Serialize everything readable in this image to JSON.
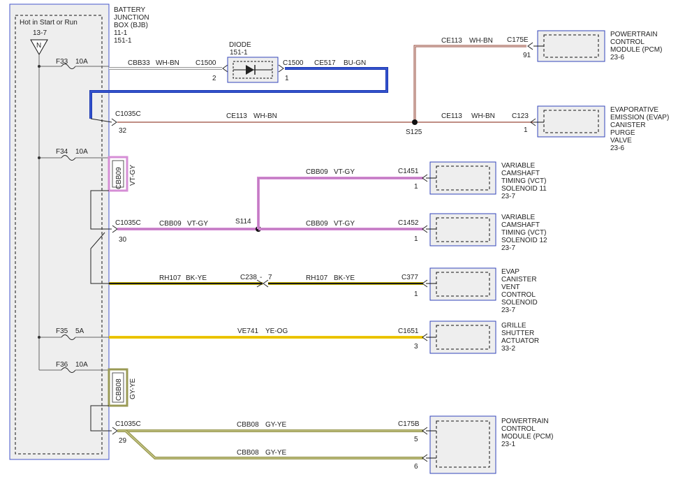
{
  "bjb": {
    "title_lines": [
      "BATTERY",
      "JUNCTION",
      "BOX (BJB)",
      "11-1",
      "151-1"
    ],
    "hot_label": "Hot in Start or Run",
    "feed_ref": "13-7",
    "feed_letter": "N"
  },
  "fuses": [
    {
      "id": "F33",
      "rating": "10A"
    },
    {
      "id": "F34",
      "rating": "10A"
    },
    {
      "id": "F35",
      "rating": "5A"
    },
    {
      "id": "F36",
      "rating": "10A"
    }
  ],
  "diode": {
    "title": "DIODE",
    "ref": "151-1"
  },
  "splices": [
    "S125",
    "S114"
  ],
  "connectors": {
    "c1500_left": "C1500",
    "c1500_left_pin": "2",
    "c1500_right": "C1500",
    "c1500_right_pin": "1",
    "c1035c_a": "C1035C",
    "c1035c_a_pin": "32",
    "c1035c_b": "C1035C",
    "c1035c_b_pin": "30",
    "c1035c_c": "C1035C",
    "c1035c_c_pin": "29",
    "c175e": "C175E",
    "c175e_pin": "91",
    "c123": "C123",
    "c123_pin": "1",
    "c1451": "C1451",
    "c1451_pin": "1",
    "c1452": "C1452",
    "c1452_pin": "1",
    "c238": "C238",
    "c238_dash": "-",
    "c238_pin": "7",
    "c377": "C377",
    "c377_pin": "1",
    "c1651": "C1651",
    "c1651_pin": "3",
    "c175b": "C175B",
    "c175b_pin5": "5",
    "c175b_pin6": "6"
  },
  "wires": {
    "cbb33": {
      "circuit": "CBB33",
      "color": "WH-BN"
    },
    "ce517": {
      "circuit": "CE517",
      "color": "BU-GN"
    },
    "ce113_main": {
      "circuit": "CE113",
      "color": "WH-BN"
    },
    "ce113_pcm": {
      "circuit": "CE113",
      "color": "WH-BN"
    },
    "ce113_evap": {
      "circuit": "CE113",
      "color": "WH-BN"
    },
    "cbb09_main": {
      "circuit": "CBB09",
      "color": "VT-GY"
    },
    "cbb09_vct11": {
      "circuit": "CBB09",
      "color": "VT-GY"
    },
    "cbb09_vct12": {
      "circuit": "CBB09",
      "color": "VT-GY"
    },
    "rh107_a": {
      "circuit": "RH107",
      "color": "BK-YE"
    },
    "rh107_b": {
      "circuit": "RH107",
      "color": "BK-YE"
    },
    "ve741": {
      "circuit": "VE741",
      "color": "YE-OG"
    },
    "cbb08_a": {
      "circuit": "CBB08",
      "color": "GY-YE"
    },
    "cbb08_b": {
      "circuit": "CBB08",
      "color": "GY-YE"
    }
  },
  "tag_boxes": {
    "cbb09": {
      "circuit": "CBB09",
      "color": "VT-GY"
    },
    "cbb08": {
      "circuit": "CBB08",
      "color": "GY-YE"
    }
  },
  "components": {
    "pcm_top": [
      "POWERTRAIN",
      "CONTROL",
      "MODULE (PCM)",
      "23-6"
    ],
    "evap_purge": [
      "EVAPORATIVE",
      "EMISSION (EVAP)",
      "CANISTER",
      "PURGE",
      "VALVE",
      "23-6"
    ],
    "vct11": [
      "VARIABLE",
      "CAMSHAFT",
      "TIMING (VCT)",
      "SOLENOID 11",
      "23-7"
    ],
    "vct12": [
      "VARIABLE",
      "CAMSHAFT",
      "TIMING (VCT)",
      "SOLENOID 12",
      "23-7"
    ],
    "evap_vent": [
      "EVAP",
      "CANISTER",
      "VENT",
      "CONTROL",
      "SOLENOID",
      "23-7"
    ],
    "grille": [
      "GRILLE",
      "SHUTTER",
      "ACTUATOR",
      "33-2"
    ],
    "pcm_bottom": [
      "POWERTRAIN",
      "CONTROL",
      "MODULE (PCM)",
      "23-1"
    ]
  },
  "colors": {
    "wh_bn": "#9a4a3a",
    "bu_gn": "#1c38b0",
    "vt_gy": "#d68ed6",
    "bk_ye": "#1a1a1a",
    "ye_og": "#f0d000",
    "gy_ye": "#9a9a55",
    "box_border": "#3344bb"
  }
}
